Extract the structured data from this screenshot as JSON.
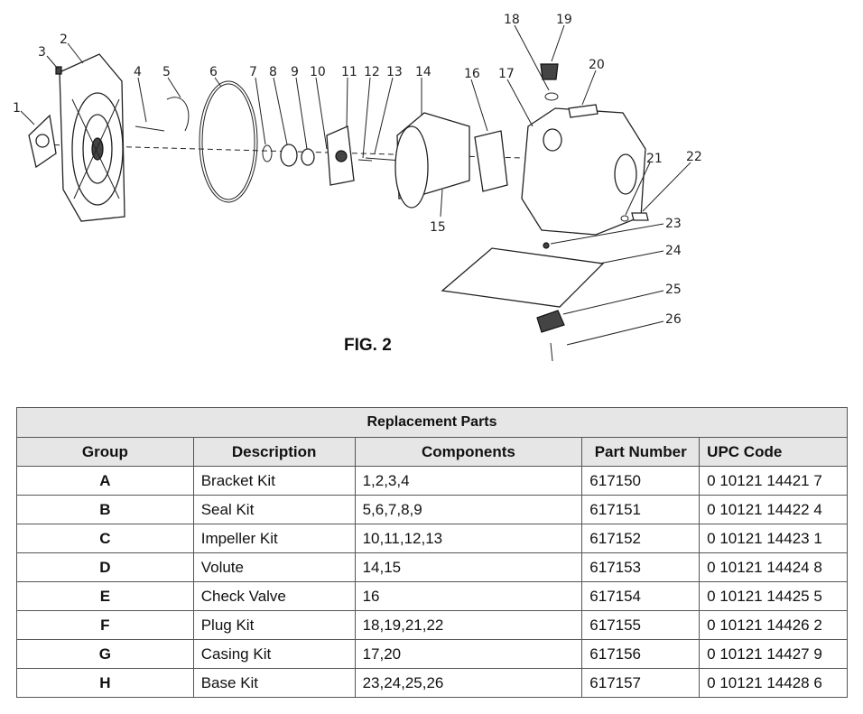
{
  "figure": {
    "caption": "FIG. 2",
    "callouts": [
      "1",
      "2",
      "3",
      "4",
      "5",
      "6",
      "7",
      "8",
      "9",
      "10",
      "11",
      "12",
      "13",
      "14",
      "15",
      "16",
      "17",
      "18",
      "19",
      "20",
      "21",
      "22",
      "23",
      "24",
      "25",
      "26"
    ]
  },
  "table": {
    "title": "Replacement Parts",
    "headers": [
      "Group",
      "Description",
      "Components",
      "Part Number",
      "UPC Code"
    ],
    "rows": [
      {
        "group": "A",
        "description": "Bracket Kit",
        "components": "1,2,3,4",
        "part_number": "617150",
        "upc": "0 10121 14421 7"
      },
      {
        "group": "B",
        "description": "Seal Kit",
        "components": "5,6,7,8,9",
        "part_number": "617151",
        "upc": "0 10121 14422 4"
      },
      {
        "group": "C",
        "description": "Impeller Kit",
        "components": "10,11,12,13",
        "part_number": "617152",
        "upc": "0 10121 14423 1"
      },
      {
        "group": "D",
        "description": "Volute",
        "components": "14,15",
        "part_number": "617153",
        "upc": "0 10121 14424 8"
      },
      {
        "group": "E",
        "description": "Check Valve",
        "components": "16",
        "part_number": "617154",
        "upc": "0 10121 14425 5"
      },
      {
        "group": "F",
        "description": "Plug Kit",
        "components": "18,19,21,22",
        "part_number": "617155",
        "upc": "0 10121 14426 2"
      },
      {
        "group": "G",
        "description": "Casing Kit",
        "components": "17,20",
        "part_number": "617156",
        "upc": "0 10121 14427 9"
      },
      {
        "group": "H",
        "description": "Base Kit",
        "components": "23,24,25,26",
        "part_number": "617157",
        "upc": "0 10121 14428 6"
      }
    ]
  }
}
